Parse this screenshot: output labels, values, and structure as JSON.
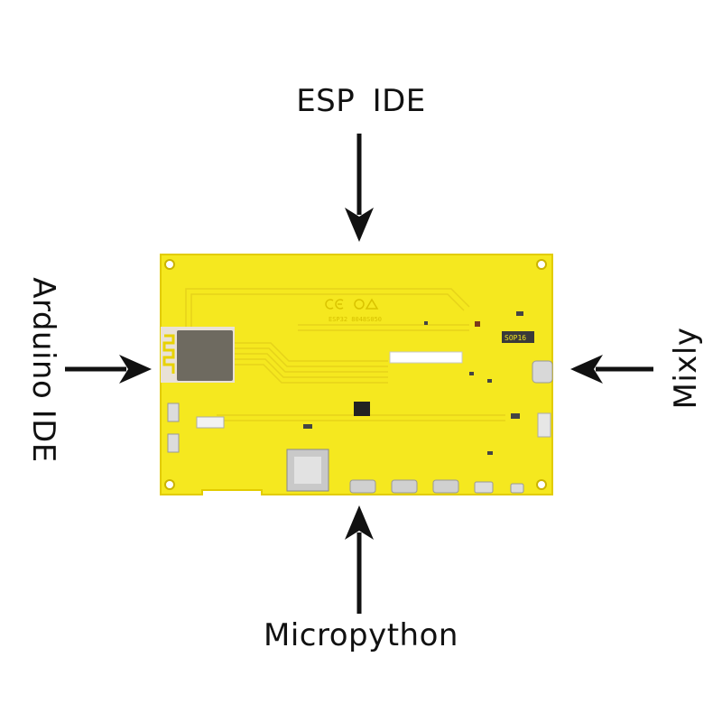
{
  "labels": {
    "top": "ESP IDE",
    "left": "Arduino IDE",
    "right": "Mixly",
    "bottom": "Micropython"
  },
  "board": {
    "marking_chip": "SOP16",
    "marking_model": "ESP32 8048S050",
    "colors": {
      "pcb": "#f5e81f",
      "pcb_edge": "#e8d200",
      "module": "#6e6a60",
      "arrow": "#111111"
    }
  },
  "icons": [
    "ce-mark-icon",
    "wifi-antenna-icon",
    "arrow-down-icon",
    "arrow-up-icon",
    "arrow-right-icon",
    "arrow-left-icon"
  ]
}
